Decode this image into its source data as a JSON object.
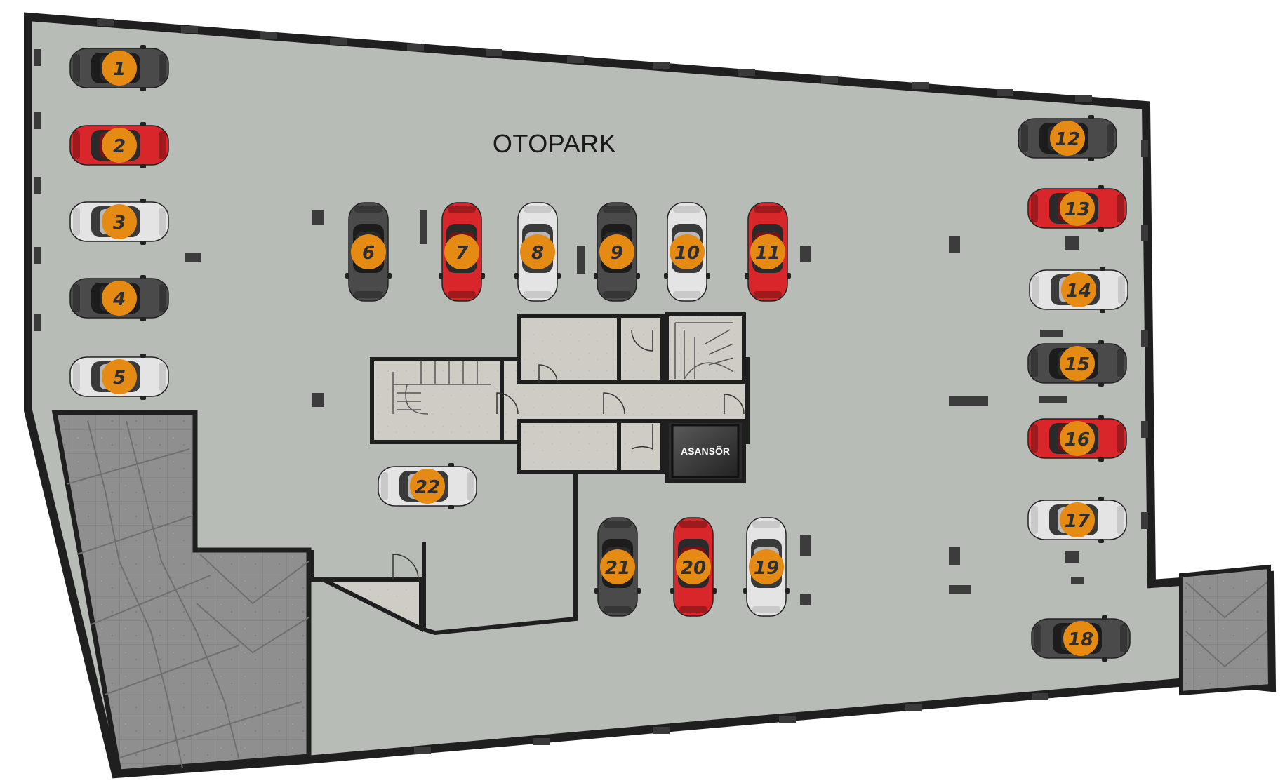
{
  "plan": {
    "title": "OTOPARK",
    "elevator_label": "ASANSÖR"
  },
  "colors": {
    "floor": "#b7bcb7",
    "wall": "#222222",
    "ramp": "#8c8c8c",
    "core_floor": "#cfccc6",
    "badge": "#e58a12",
    "car_red": "#d8262b",
    "car_silver": "#e4e4e4",
    "car_dark": "#4a4a4a"
  },
  "parking_spots": [
    {
      "number": "1",
      "car": "dark",
      "orientation": "horizontal"
    },
    {
      "number": "2",
      "car": "red",
      "orientation": "horizontal"
    },
    {
      "number": "3",
      "car": "silver",
      "orientation": "horizontal"
    },
    {
      "number": "4",
      "car": "dark",
      "orientation": "horizontal"
    },
    {
      "number": "5",
      "car": "silver",
      "orientation": "horizontal"
    },
    {
      "number": "6",
      "car": "dark",
      "orientation": "vertical"
    },
    {
      "number": "7",
      "car": "red",
      "orientation": "vertical"
    },
    {
      "number": "8",
      "car": "silver",
      "orientation": "vertical"
    },
    {
      "number": "9",
      "car": "dark",
      "orientation": "vertical"
    },
    {
      "number": "10",
      "car": "silver",
      "orientation": "vertical"
    },
    {
      "number": "11",
      "car": "red",
      "orientation": "vertical"
    },
    {
      "number": "12",
      "car": "dark",
      "orientation": "horizontal"
    },
    {
      "number": "13",
      "car": "red",
      "orientation": "horizontal"
    },
    {
      "number": "14",
      "car": "silver",
      "orientation": "horizontal"
    },
    {
      "number": "15",
      "car": "dark",
      "orientation": "horizontal"
    },
    {
      "number": "16",
      "car": "red",
      "orientation": "horizontal"
    },
    {
      "number": "17",
      "car": "silver",
      "orientation": "horizontal"
    },
    {
      "number": "18",
      "car": "dark",
      "orientation": "horizontal"
    },
    {
      "number": "19",
      "car": "silver",
      "orientation": "vertical"
    },
    {
      "number": "20",
      "car": "red",
      "orientation": "vertical"
    },
    {
      "number": "21",
      "car": "dark",
      "orientation": "vertical"
    },
    {
      "number": "22",
      "car": "silver",
      "orientation": "horizontal"
    }
  ]
}
